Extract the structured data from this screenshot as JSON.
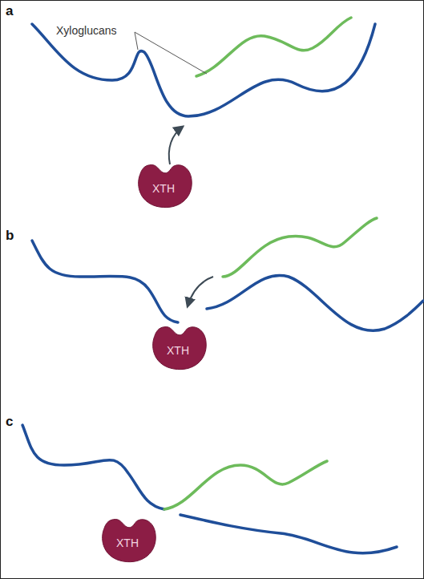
{
  "diagram": {
    "nodes": [
      {
        "text": [
          "XTH"
        ]
      },
      {
        "text": [
          "XTH"
        ]
      },
      {
        "text": [
          "XTH"
        ]
      }
    ],
    "labels": [
      "a",
      "Xyloglucans",
      "b",
      "c"
    ]
  }
}
